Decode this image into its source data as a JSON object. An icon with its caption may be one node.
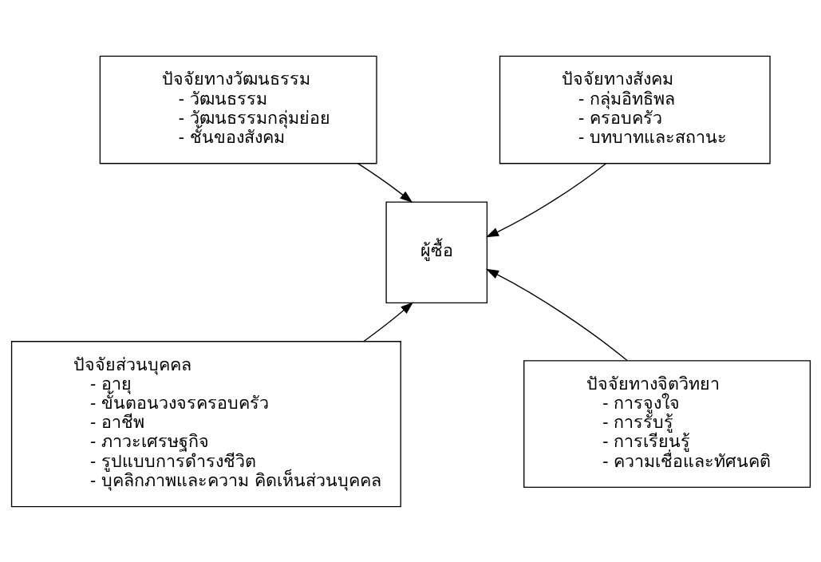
{
  "diagram": {
    "nodes": [
      {
        "text": [
          "ปัจจัยทางวัฒนธรรม",
          "- วัฒนธรรม",
          "- วัฒนธรรมกลุ่มย่อย",
          "- ชั้นของสังคม"
        ]
      },
      {
        "text": [
          "ปัจจัยทางสังคม",
          "- กลุ่มอิทธิพล",
          "- ครอบครัว",
          "- บทบาทและสถานะ"
        ]
      },
      {
        "text": [
          "ผู้ซื้อ"
        ]
      },
      {
        "text": [
          "ปัจจัยส่วนบุคคล",
          "- อายุ",
          "- ขั้นตอนวงจรครอบครัว",
          "- อาชีพ",
          "- ภาวะเศรษฐกิจ",
          "- รูปแบบการดำรงชีวิต",
          "- บุคลิกภาพและความ คิดเห็นส่วนบุคคล"
        ]
      },
      {
        "text": [
          "ปัจจัยทางจิตวิทยา",
          "- การจูงใจ",
          "- การรับรู้",
          "- การเรียนรู้",
          "- ความเชื่อและทัศนคติ"
        ]
      }
    ],
    "edges": [
      {
        "from": 0,
        "to": 2,
        "arrow": "to"
      },
      {
        "from": 1,
        "to": 2,
        "arrow": "to"
      },
      {
        "from": 3,
        "to": 2,
        "arrow": "to"
      },
      {
        "from": 4,
        "to": 2,
        "arrow": "to"
      }
    ]
  }
}
